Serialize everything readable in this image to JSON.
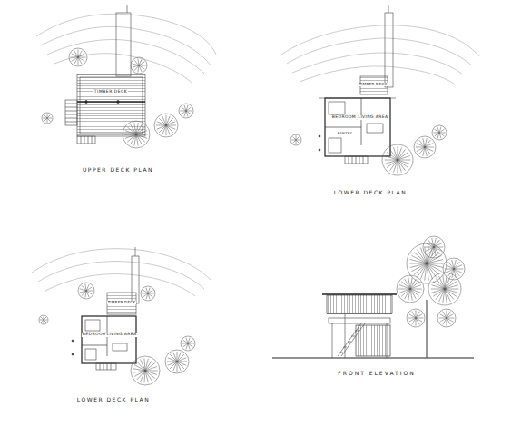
{
  "diagram": {
    "labels": [
      "TIMBER DECK",
      "UPPER DECK PLAN",
      "TIMBER DECK",
      "BEDROOM",
      "LIVING AREA",
      "PANTRY",
      "LOWER DECK PLAN",
      "TIMBER DECK",
      "BEDROOM",
      "LIVING AREA",
      "LOWER DECK PLAN",
      "FRONT ELEVATION"
    ]
  }
}
